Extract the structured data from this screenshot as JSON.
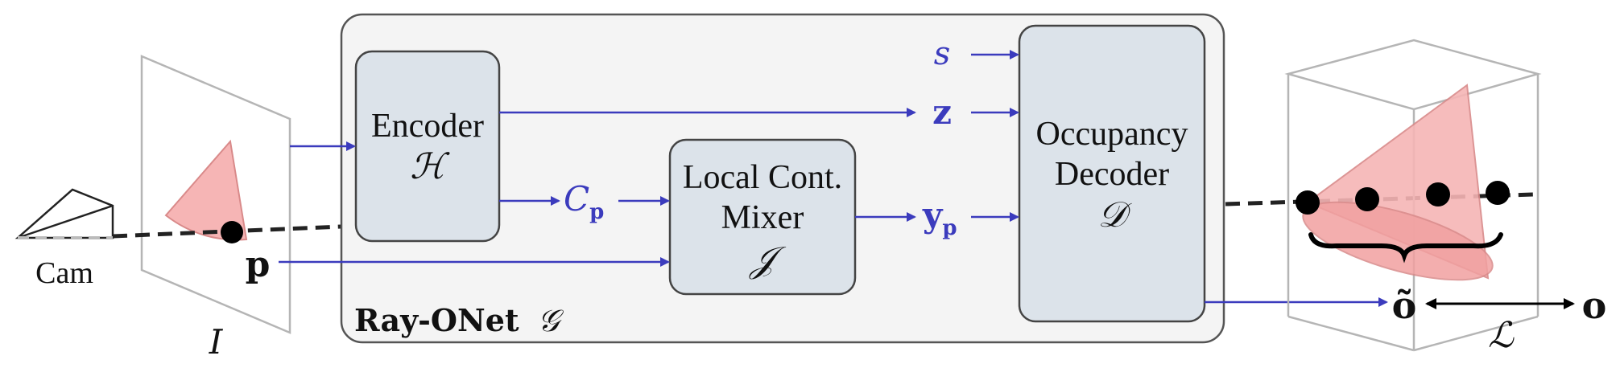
{
  "camera": {
    "label": "Cam"
  },
  "image_plane": {
    "label": "I"
  },
  "pixel": {
    "label": "p"
  },
  "network": {
    "name": "Ray-ONet",
    "symbol": "𝒢"
  },
  "encoder": {
    "line1": "Encoder",
    "symbol": "ℋ"
  },
  "context": {
    "main": "C",
    "sub": "p"
  },
  "mixer": {
    "line1": "Local Cont.",
    "line2": "Mixer",
    "symbol": "𝒥"
  },
  "decoder": {
    "line1": "Occupancy",
    "line2": "Decoder",
    "symbol": "𝒟"
  },
  "inputs": {
    "scale": "s",
    "latent": "z",
    "local_main": "y",
    "local_sub": "p"
  },
  "output": {
    "predicted": "õ",
    "target": "o",
    "loss": "ℒ"
  },
  "colors": {
    "arrow": "#3b3bbd",
    "box_fill": "#dce3ea",
    "box_stroke": "#444444",
    "container_fill": "#f4f4f4",
    "cone_fill": "#f4a9a9",
    "cone_stroke": "#d98a8a"
  }
}
